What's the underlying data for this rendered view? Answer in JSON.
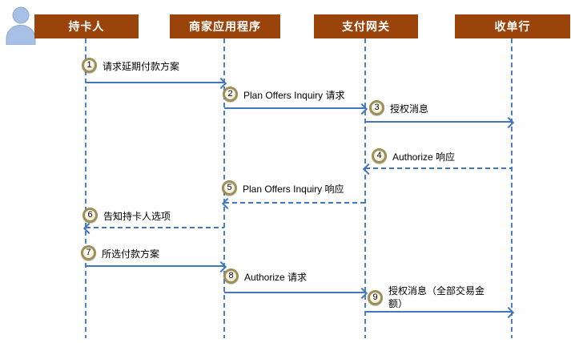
{
  "diagram": {
    "type": "sequence-diagram",
    "description": "Payment plan offers / authorization flow"
  },
  "actors": [
    {
      "id": "cardholder",
      "label": "持卡人"
    },
    {
      "id": "merchant-app",
      "label": "商家应用程序"
    },
    {
      "id": "payment-gateway",
      "label": "支付网关"
    },
    {
      "id": "acquirer",
      "label": "收单行"
    }
  ],
  "messages": [
    {
      "step": "1",
      "label": "请求延期付款方案",
      "from": "持卡人",
      "to": "商家应用程序",
      "line": "solid",
      "direction": "right"
    },
    {
      "step": "2",
      "label": "Plan Offers Inquiry 请求",
      "from": "商家应用程序",
      "to": "支付网关",
      "line": "solid",
      "direction": "right"
    },
    {
      "step": "3",
      "label": "授权消息",
      "from": "支付网关",
      "to": "收单行",
      "line": "solid",
      "direction": "right"
    },
    {
      "step": "4",
      "label": "Authorize 响应",
      "from": "收单行",
      "to": "支付网关",
      "line": "dashed",
      "direction": "left"
    },
    {
      "step": "5",
      "label": "Plan Offers Inquiry 响应",
      "from": "支付网关",
      "to": "商家应用程序",
      "line": "dashed",
      "direction": "left"
    },
    {
      "step": "6",
      "label": "告知持卡人选项",
      "from": "商家应用程序",
      "to": "持卡人",
      "line": "dashed",
      "direction": "left"
    },
    {
      "step": "7",
      "label": "所选付款方案",
      "from": "持卡人",
      "to": "商家应用程序",
      "line": "solid",
      "direction": "right"
    },
    {
      "step": "8",
      "label": "Authorize 请求",
      "from": "商家应用程序",
      "to": "支付网关",
      "line": "solid",
      "direction": "right"
    },
    {
      "step": "9",
      "label": "授权消息（全部交易金额）",
      "from": "支付网关",
      "to": "收单行",
      "line": "solid",
      "direction": "right"
    }
  ],
  "colors": {
    "header_bg": "#9A430A",
    "arrow_blue": "#4277BE",
    "lifeline_blue": "#4E81C2",
    "badge_border": "#9C9058",
    "badge_fill": "#F5F1E0",
    "person_fill": "#A8C0E6",
    "person_stroke": "#8FA9D0"
  }
}
